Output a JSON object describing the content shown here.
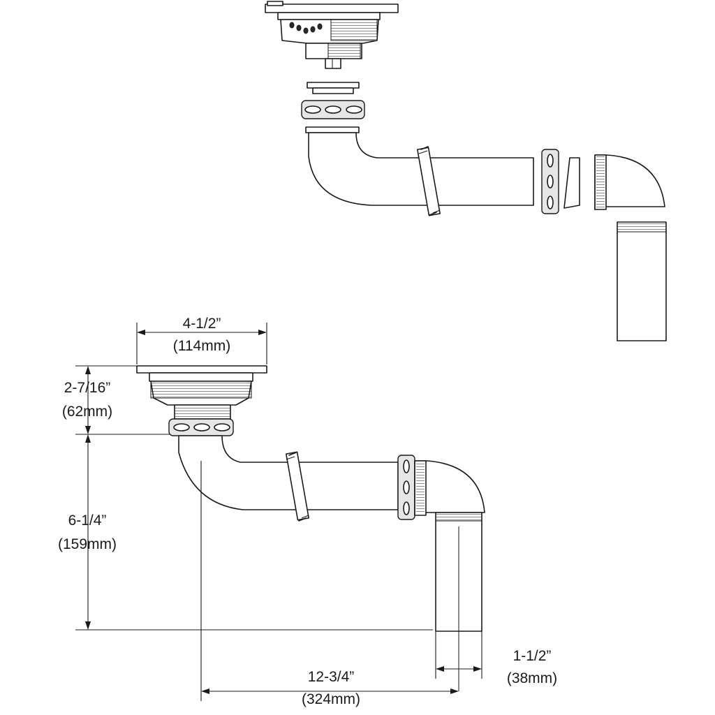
{
  "dimensions": {
    "strainer_width": {
      "imperial": "4-1/2”",
      "metric": "(114mm)"
    },
    "strainer_height": {
      "imperial": "2-7/16”",
      "metric": "(62mm)"
    },
    "drop_height": {
      "imperial": "6-1/4”",
      "metric": "(159mm)"
    },
    "horizontal_run": {
      "imperial": "12-3/4”",
      "metric": "(324mm)"
    },
    "tailpiece_diameter": {
      "imperial": "1-1/2”",
      "metric": "(38mm)"
    }
  }
}
